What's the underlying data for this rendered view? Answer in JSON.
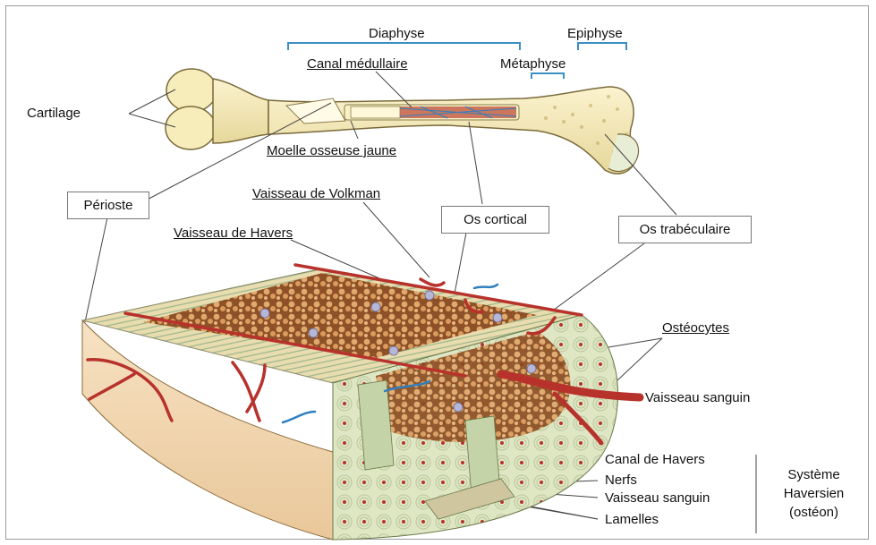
{
  "labels": {
    "diaphyse": "Diaphyse",
    "epiphyse": "Epiphyse",
    "canal_medullaire": "Canal médullaire",
    "metaphyse": "Métaphyse",
    "cartilage": "Cartilage",
    "moelle_osseuse_jaune": "Moelle osseuse jaune",
    "vaisseau_volkman": "Vaisseau de Volkman",
    "perioste": "Périoste",
    "os_cortical": "Os cortical",
    "os_trabeculaire": "Os trabéculaire",
    "vaisseau_havers": "Vaisseau de Havers",
    "osteocytes": "Ostéocytes",
    "vaisseau_sanguin_1": "Vaisseau sanguin",
    "canal_havers": "Canal de Havers",
    "nerfs": "Nerfs",
    "vaisseau_sanguin_2": "Vaisseau sanguin",
    "lamelles": "Lamelles",
    "systeme_line1": "Système",
    "systeme_line2": "Haversien",
    "systeme_line3": "(ostéon)"
  },
  "colors": {
    "bone": "#f3e7b0",
    "bone_edge": "#7a6a3a",
    "vessel_red": "#b8322c",
    "vessel_blue": "#2f7fbf",
    "bracket": "#3a8fc4",
    "spongy": "#c98b4e"
  }
}
